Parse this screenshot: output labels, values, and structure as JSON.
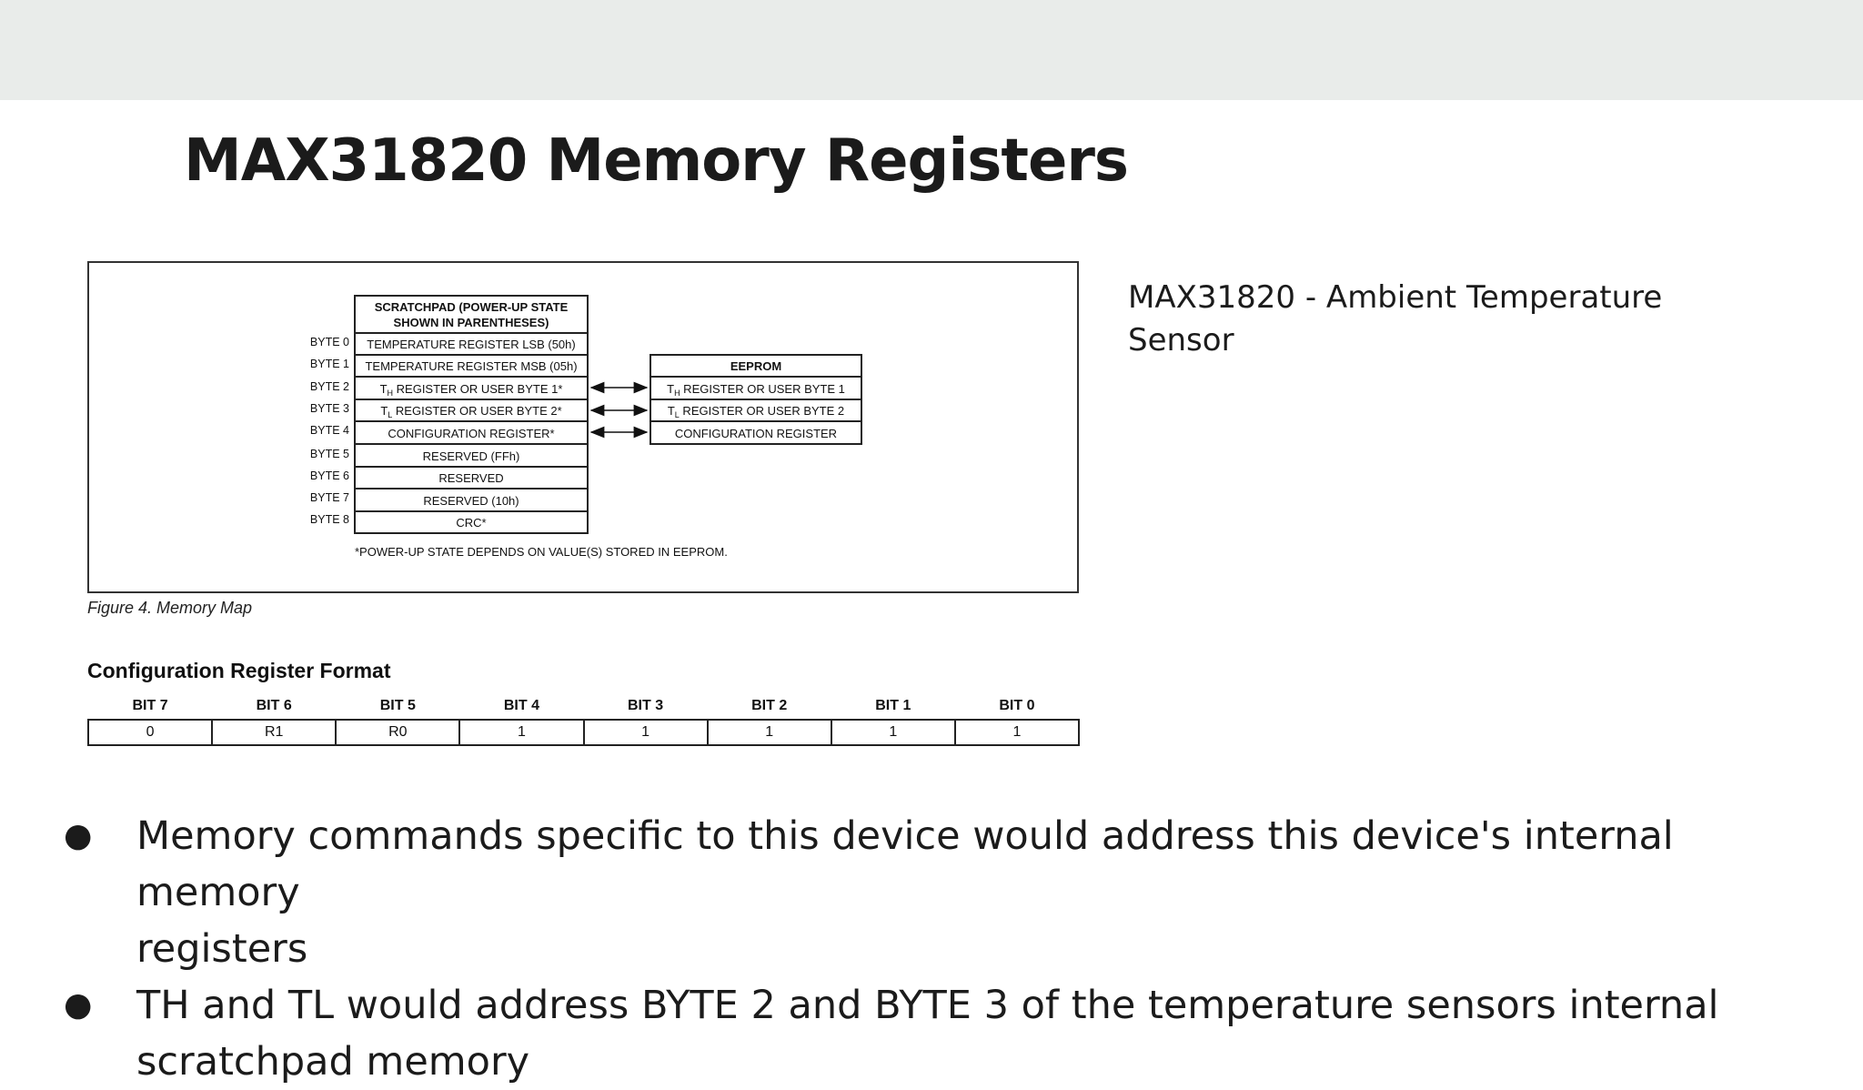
{
  "slide": {
    "title": "MAX31820 Memory Registers",
    "side_label": "MAX31820 - Ambient Temperature Sensor"
  },
  "memory_map": {
    "scratchpad_header": [
      "SCRATCHPAD (POWER-UP STATE",
      "SHOWN IN PARENTHESES)"
    ],
    "bytes": [
      {
        "label": "BYTE 0",
        "text": "TEMPERATURE REGISTER LSB (50h)"
      },
      {
        "label": "BYTE 1",
        "text": "TEMPERATURE REGISTER  MSB (05h)"
      },
      {
        "label": "BYTE 2",
        "text_pre": "T",
        "text_sub": "H",
        "text_post": " REGISTER OR USER BYTE 1*"
      },
      {
        "label": "BYTE 3",
        "text_pre": "T",
        "text_sub": "L",
        "text_post": " REGISTER OR USER BYTE 2*"
      },
      {
        "label": "BYTE 4",
        "text": "CONFIGURATION REGISTER*"
      },
      {
        "label": "BYTE 5",
        "text": "RESERVED (FFh)"
      },
      {
        "label": "BYTE 6",
        "text": "RESERVED"
      },
      {
        "label": "BYTE 7",
        "text": "RESERVED (10h)"
      },
      {
        "label": "BYTE 8",
        "text": "CRC*"
      }
    ],
    "eeprom_header": "EEPROM",
    "eeprom": [
      {
        "text_pre": "T",
        "text_sub": "H",
        "text_post": " REGISTER OR USER BYTE 1"
      },
      {
        "text_pre": "T",
        "text_sub": "L",
        "text_post": " REGISTER OR USER BYTE 2"
      },
      {
        "text": "CONFIGURATION REGISTER"
      }
    ],
    "footnote": "*POWER-UP STATE DEPENDS ON VALUE(S) STORED IN EEPROM.",
    "caption": "Figure 4. Memory Map"
  },
  "config_register": {
    "heading": "Configuration Register Format",
    "headers": [
      "BIT 7",
      "BIT 6",
      "BIT 5",
      "BIT 4",
      "BIT 3",
      "BIT 2",
      "BIT 1",
      "BIT 0"
    ],
    "values": [
      "0",
      "R1",
      "R0",
      "1",
      "1",
      "1",
      "1",
      "1"
    ]
  },
  "bullets": [
    {
      "line1": "Memory commands specific to this device would address this device's internal memory",
      "line2": "registers"
    },
    {
      "line1": "TH and TL would address BYTE 2 and BYTE 3 of the temperature sensors internal",
      "line2": "scratchpad memory"
    }
  ],
  "bullet_glyph": "●"
}
